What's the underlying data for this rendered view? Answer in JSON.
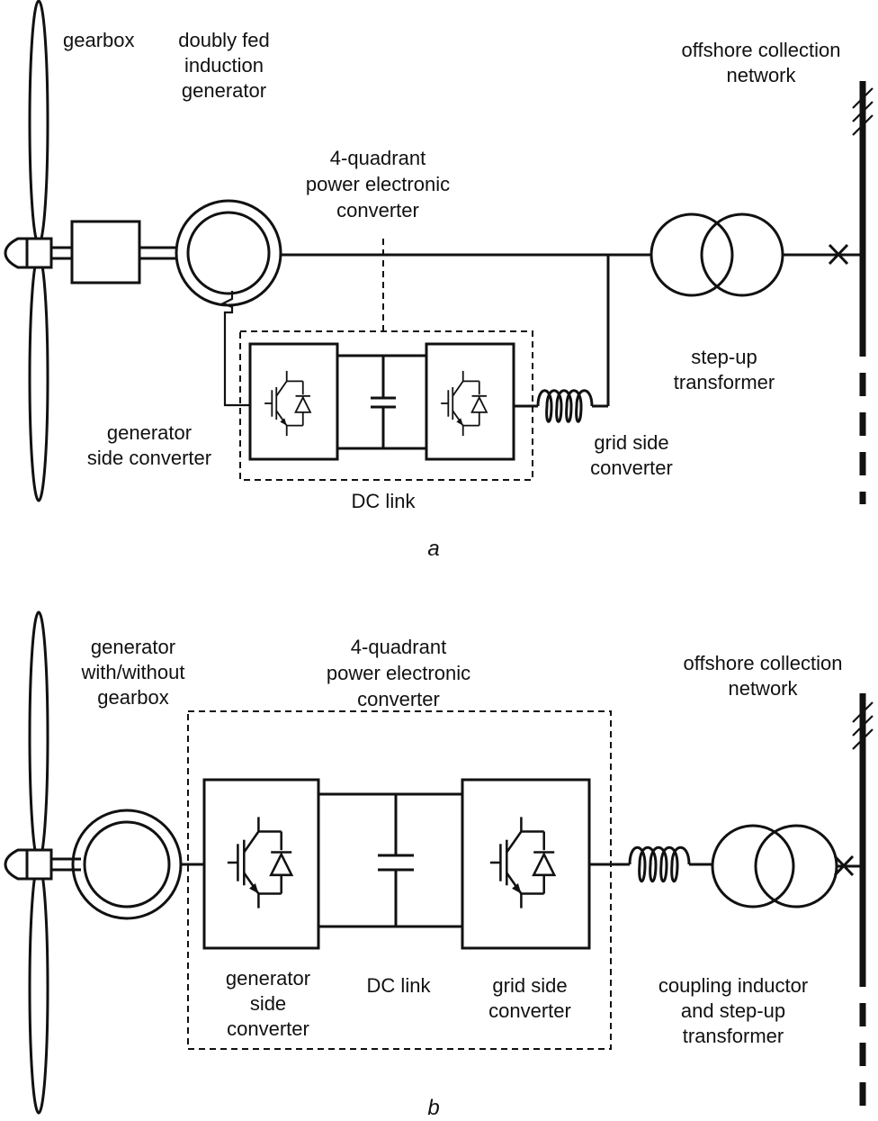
{
  "panel_a": {
    "gearbox": "gearbox",
    "generator": [
      "doubly fed",
      "induction",
      "generator"
    ],
    "converter": [
      "4-quadrant",
      "power electronic",
      "converter"
    ],
    "network": [
      "offshore collection",
      "network"
    ],
    "transformer": [
      "step-up",
      "transformer"
    ],
    "gen_side": [
      "generator",
      "side converter"
    ],
    "grid_side": [
      "grid side",
      "converter"
    ],
    "dc_link": "DC link",
    "label": "a"
  },
  "panel_b": {
    "generator": [
      "generator",
      "with/without",
      "gearbox"
    ],
    "converter": [
      "4-quadrant",
      "power electronic",
      "converter"
    ],
    "network": [
      "offshore collection",
      "network"
    ],
    "gen_side": [
      "generator",
      "side",
      "converter"
    ],
    "dc_link": "DC link",
    "grid_side": [
      "grid side",
      "converter"
    ],
    "coupling": [
      "coupling inductor",
      "and step-up",
      "transformer"
    ],
    "label": "b"
  }
}
